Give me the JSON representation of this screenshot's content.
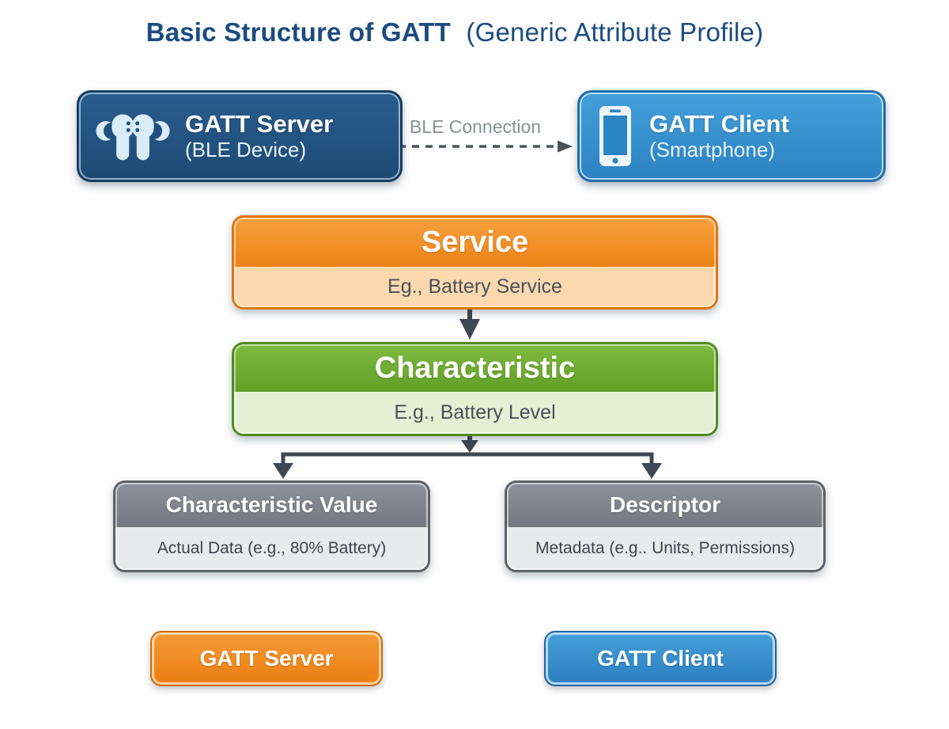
{
  "title": {
    "main": "Basic Structure of GATT",
    "sub": "(Generic Attribute Profile)"
  },
  "topRow": {
    "server": {
      "title": "GATT Server",
      "subtitle": "(BLE Device)",
      "icon": "earbuds-icon"
    },
    "connection": {
      "label": "BLE Connection"
    },
    "client": {
      "title": "GATT Client",
      "subtitle": "(Smartphone)",
      "icon": "smartphone-icon"
    }
  },
  "hierarchy": {
    "service": {
      "title": "Service",
      "subtitle": "Eg., Battery Service"
    },
    "characteristic": {
      "title": "Characteristic",
      "subtitle": "E.g., Battery Level"
    },
    "characteristicValue": {
      "title": "Characteristic Value",
      "subtitle": "Actual Data (e.g., 80% Battery)"
    },
    "descriptor": {
      "title": "Descriptor",
      "subtitle": "Metadata (e.g.. Units, Permissions)"
    }
  },
  "legend": {
    "server": "GATT Server",
    "client": "GATT Client"
  },
  "colors": {
    "titleNavy": "#1b4b80",
    "serverNavy": "#1f4e79",
    "clientBlue": "#2e8ecb",
    "serviceOrange": "#f08620",
    "serviceOrangeLight": "#fbd8ae",
    "characteristicGreen": "#6aab2e",
    "characteristicGreenLight": "#e6efd4",
    "nodeGray": "#7e838b",
    "nodeGrayLight": "#e9eaeb",
    "arrowSlate": "#3e4754",
    "connectionLabelGray": "#8a8f94"
  }
}
